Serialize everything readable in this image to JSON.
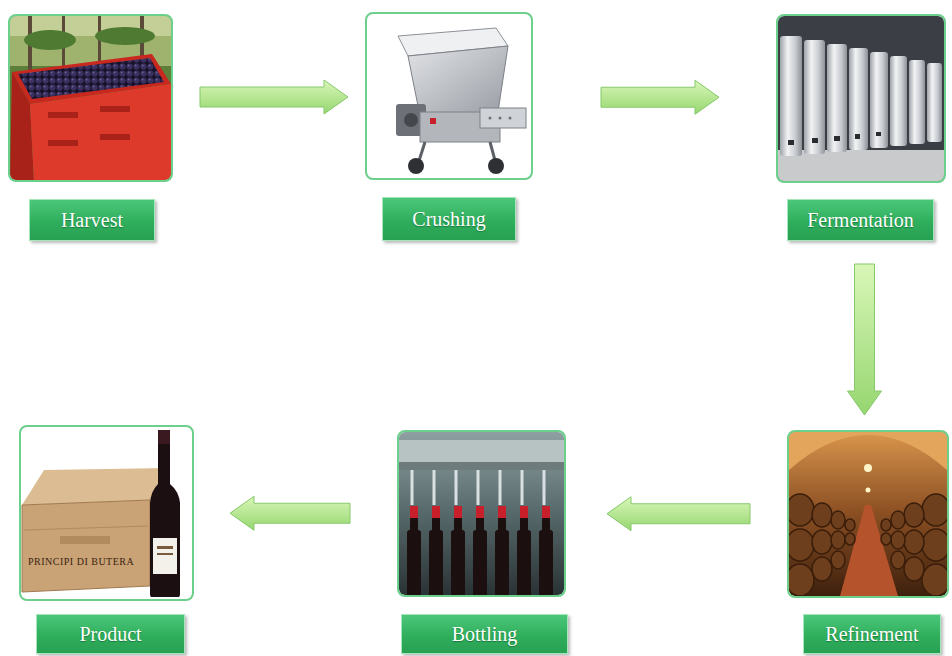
{
  "diagram": {
    "nodes": [
      {
        "text": [
          "Harvest"
        ]
      },
      {
        "text": [
          "Crushing"
        ]
      },
      {
        "text": [
          "Fermentation"
        ]
      },
      {
        "text": [
          "Refinement"
        ]
      },
      {
        "text": [
          "Bottling"
        ]
      },
      {
        "text": [
          "Product"
        ]
      }
    ],
    "edges": [
      {
        "from": 0,
        "to": 1,
        "arrow": "to"
      },
      {
        "from": 1,
        "to": 2,
        "arrow": "to"
      },
      {
        "from": 2,
        "to": 3,
        "arrow": "to"
      },
      {
        "from": 3,
        "to": 4,
        "arrow": "to"
      },
      {
        "from": 4,
        "to": 5,
        "arrow": "to"
      }
    ],
    "labels": [
      "PRINCIPI DI BUTERA"
    ]
  }
}
